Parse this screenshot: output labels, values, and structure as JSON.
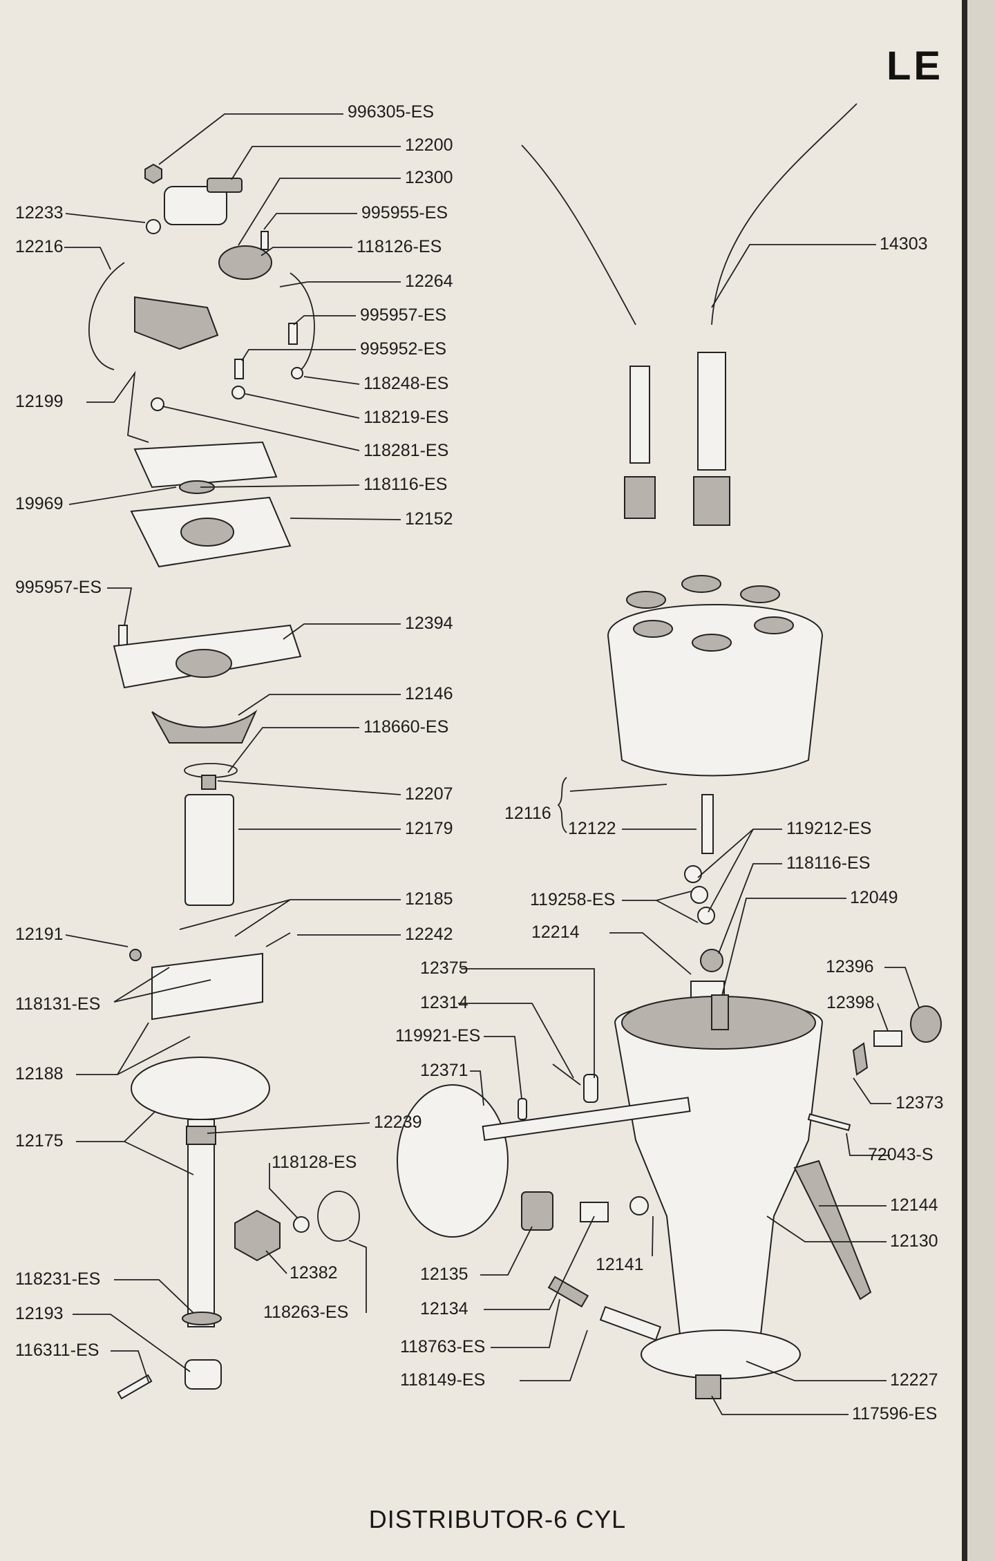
{
  "page_code": "LE",
  "title": "DISTRIBUTOR-6 CYL",
  "labels": {
    "p996305": "996305-ES",
    "p12200": "12200",
    "p12300": "12300",
    "p12233": "12233",
    "p995955": "995955-ES",
    "p12216": "12216",
    "p118126": "118126-ES",
    "p12264": "12264",
    "p995957a": "995957-ES",
    "p995952": "995952-ES",
    "p118248": "118248-ES",
    "p12199": "12199",
    "p118219": "118219-ES",
    "p118281": "118281-ES",
    "p118116a": "118116-ES",
    "p19969": "19969",
    "p12152": "12152",
    "p995957b": "995957-ES",
    "p12394": "12394",
    "p12146": "12146",
    "p118660": "118660-ES",
    "p12207": "12207",
    "p12179": "12179",
    "p12185": "12185",
    "p12191": "12191",
    "p12242": "12242",
    "p118131": "118131-ES",
    "p12188": "12188",
    "p12175": "12175",
    "p12239": "12239",
    "p118128": "118128-ES",
    "p12382": "12382",
    "p118263": "118263-ES",
    "p118231": "118231-ES",
    "p12193": "12193",
    "p116311": "116311-ES",
    "p14303": "14303",
    "p12116": "12116",
    "p12122": "12122",
    "p119212": "119212-ES",
    "p118116b": "118116-ES",
    "p119258": "119258-ES",
    "p12049": "12049",
    "p12214": "12214",
    "p12375": "12375",
    "p12396": "12396",
    "p12398": "12398",
    "p12314": "12314",
    "p119921": "119921-ES",
    "p12371": "12371",
    "p12373": "12373",
    "p72043": "72043-S",
    "p12144": "12144",
    "p12130": "12130",
    "p12135": "12135",
    "p12141": "12141",
    "p12134": "12134",
    "p118763": "118763-ES",
    "p118149": "118149-ES",
    "p12227": "12227",
    "p117596": "117596-ES"
  }
}
